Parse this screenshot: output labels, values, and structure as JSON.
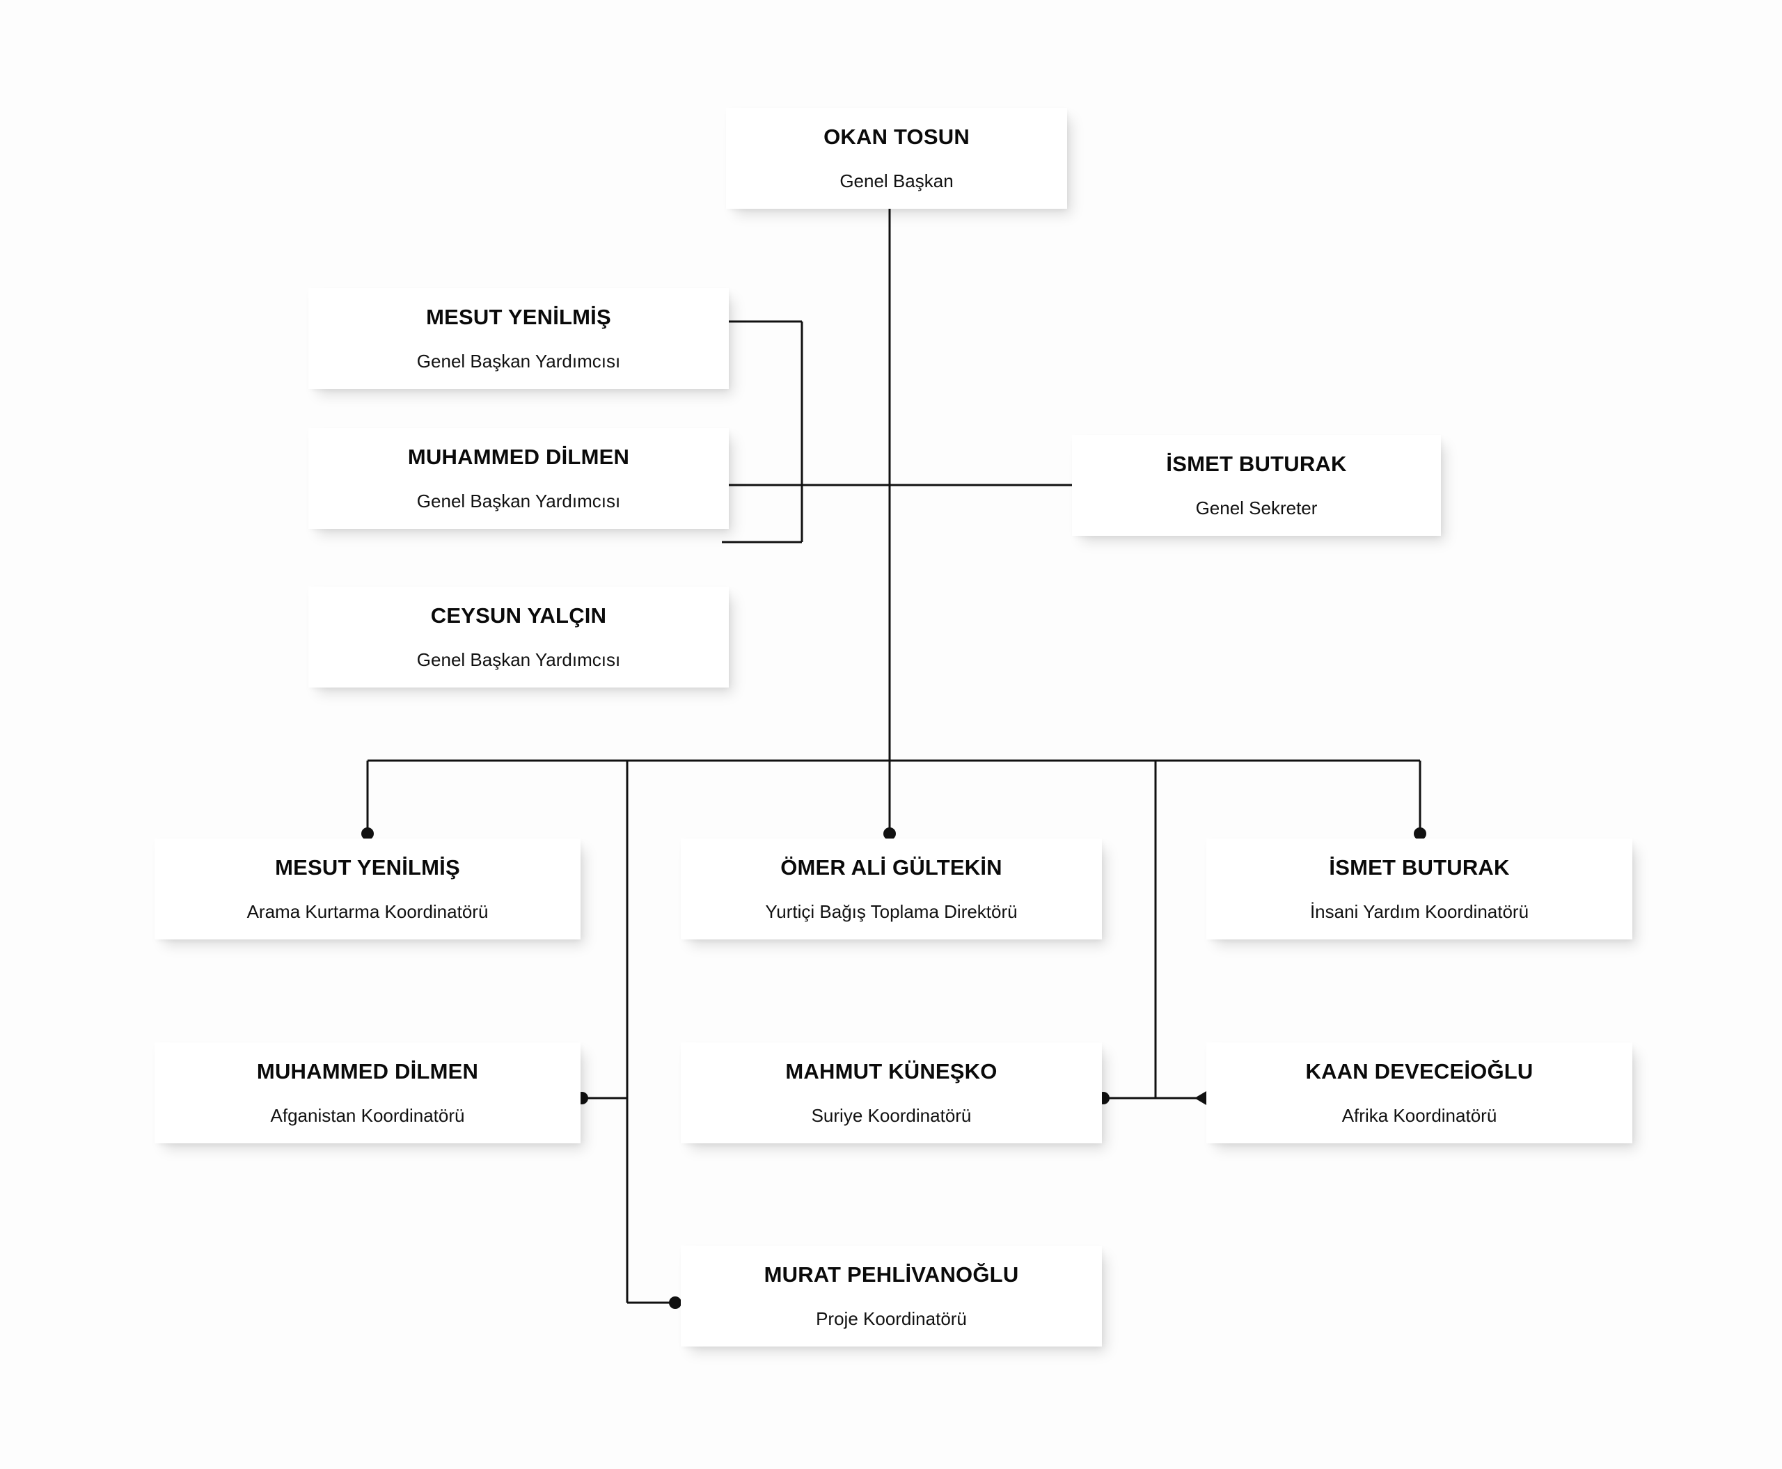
{
  "org_chart": {
    "type": "organizational-chart",
    "language": "tr",
    "background_color": "#fdfdfd",
    "card_color": "#ffffff",
    "line_color": "#111111",
    "nodes": [
      {
        "id": "president",
        "name": "OKAN TOSUN",
        "title": "Genel Başkan",
        "level": 1
      },
      {
        "id": "vp1",
        "name": "MESUT YENİLMİŞ",
        "title": "Genel Başkan Yardımcısı",
        "level": 2
      },
      {
        "id": "vp2",
        "name": "MUHAMMED DİLMEN",
        "title": "Genel Başkan Yardımcısı",
        "level": 2
      },
      {
        "id": "vp3",
        "name": "CEYSUN YALÇIN",
        "title": "Genel Başkan Yardımcısı",
        "level": 2
      },
      {
        "id": "secgen",
        "name": "İSMET BUTURAK",
        "title": "Genel Sekreter",
        "level": 2
      },
      {
        "id": "r3a",
        "name": "MESUT YENİLMİŞ",
        "title": "Arama Kurtarma Koordinatörü",
        "level": 3
      },
      {
        "id": "r3b",
        "name": "ÖMER ALİ GÜLTEKİN",
        "title": "Yurtiçi Bağış Toplama Direktörü",
        "level": 3
      },
      {
        "id": "r3c",
        "name": "İSMET BUTURAK",
        "title": "İnsani Yardım Koordinatörü",
        "level": 3
      },
      {
        "id": "r4a",
        "name": "MUHAMMED DİLMEN",
        "title": "Afganistan Koordinatörü",
        "level": 4
      },
      {
        "id": "r4b",
        "name": "MAHMUT KÜNEŞKO",
        "title": "Suriye Koordinatörü",
        "level": 4
      },
      {
        "id": "r4c",
        "name": "KAAN DEVECEİOĞLU",
        "title": "Afrika Koordinatörü",
        "level": 4
      },
      {
        "id": "r5",
        "name": "MURAT PEHLİVANOĞLU",
        "title": "Proje Koordinatörü",
        "level": 5
      }
    ]
  }
}
